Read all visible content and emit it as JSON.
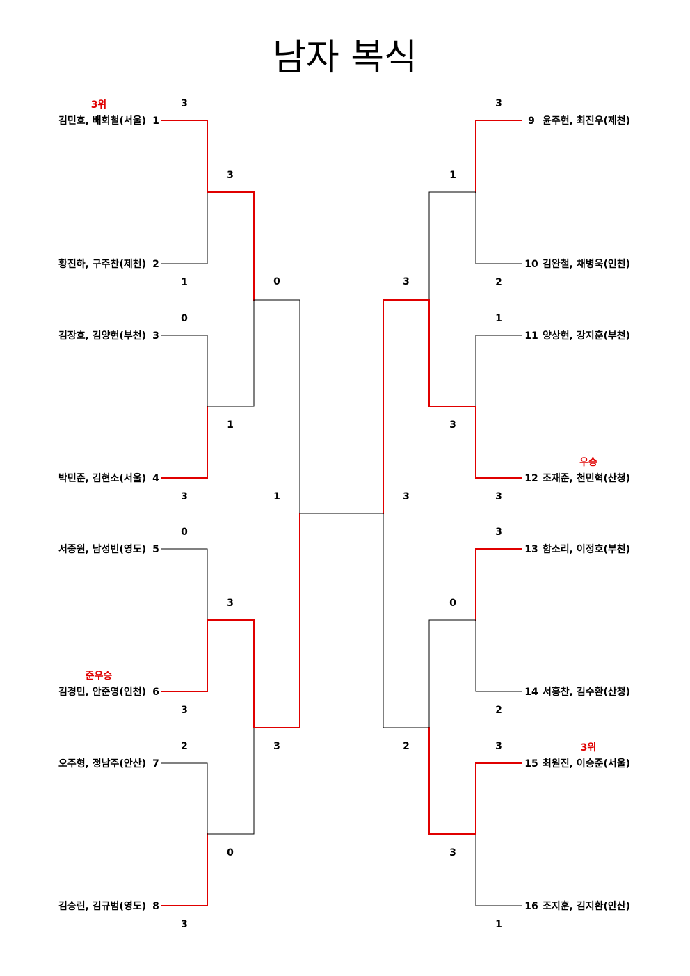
{
  "title": "남자  복식",
  "colors": {
    "winner_line": "#e00000",
    "loser_line": "#000000",
    "award_text": "#e00000"
  },
  "left_teams": [
    {
      "seed": "1",
      "name": "김민호, 배희철(서울)",
      "award": "3위"
    },
    {
      "seed": "2",
      "name": "황진하, 구주찬(제천)",
      "award": ""
    },
    {
      "seed": "3",
      "name": "김장호, 김양현(부천)",
      "award": ""
    },
    {
      "seed": "4",
      "name": "박민준, 김현소(서울)",
      "award": ""
    },
    {
      "seed": "5",
      "name": "서중원, 남성빈(영도)",
      "award": ""
    },
    {
      "seed": "6",
      "name": "김경민, 안준영(인천)",
      "award": "준우승"
    },
    {
      "seed": "7",
      "name": "오주형, 정남주(안산)",
      "award": ""
    },
    {
      "seed": "8",
      "name": "김승린, 김규범(영도)",
      "award": ""
    }
  ],
  "right_teams": [
    {
      "seed": "9",
      "name": "윤주현, 최진우(제천)",
      "award": ""
    },
    {
      "seed": "10",
      "name": "김완철, 채병욱(인천)",
      "award": ""
    },
    {
      "seed": "11",
      "name": "양상현, 강지훈(부천)",
      "award": ""
    },
    {
      "seed": "12",
      "name": "조재준, 천민혁(산청)",
      "award": "우승"
    },
    {
      "seed": "13",
      "name": "함소리, 이정호(부천)",
      "award": ""
    },
    {
      "seed": "14",
      "name": "서홍찬, 김수환(산청)",
      "award": ""
    },
    {
      "seed": "15",
      "name": "최원진, 이승준(서울)",
      "award": "3위"
    },
    {
      "seed": "16",
      "name": "조지훈, 김지환(안산)",
      "award": ""
    }
  ],
  "left_r1": [
    {
      "top": "3",
      "bottom": "1",
      "winner": "top"
    },
    {
      "top": "0",
      "bottom": "3",
      "winner": "bottom"
    },
    {
      "top": "0",
      "bottom": "3",
      "winner": "bottom"
    },
    {
      "top": "2",
      "bottom": "3",
      "winner": "bottom"
    }
  ],
  "left_r2": [
    {
      "top": "3",
      "bottom": "1",
      "winner": "top"
    },
    {
      "top": "3",
      "bottom": "0",
      "winner": "top"
    }
  ],
  "left_r3": {
    "top": "0",
    "bottom": "3",
    "winner": "bottom"
  },
  "left_final": "1",
  "right_r1": [
    {
      "top": "3",
      "bottom": "2",
      "winner": "top"
    },
    {
      "top": "1",
      "bottom": "3",
      "winner": "bottom"
    },
    {
      "top": "3",
      "bottom": "2",
      "winner": "top"
    },
    {
      "top": "3",
      "bottom": "1",
      "winner": "top"
    }
  ],
  "right_r2": [
    {
      "top": "1",
      "bottom": "3",
      "winner": "bottom"
    },
    {
      "top": "0",
      "bottom": "3",
      "winner": "bottom"
    }
  ],
  "right_r3": {
    "top": "3",
    "bottom": "2",
    "winner": "top"
  },
  "right_final": "3"
}
